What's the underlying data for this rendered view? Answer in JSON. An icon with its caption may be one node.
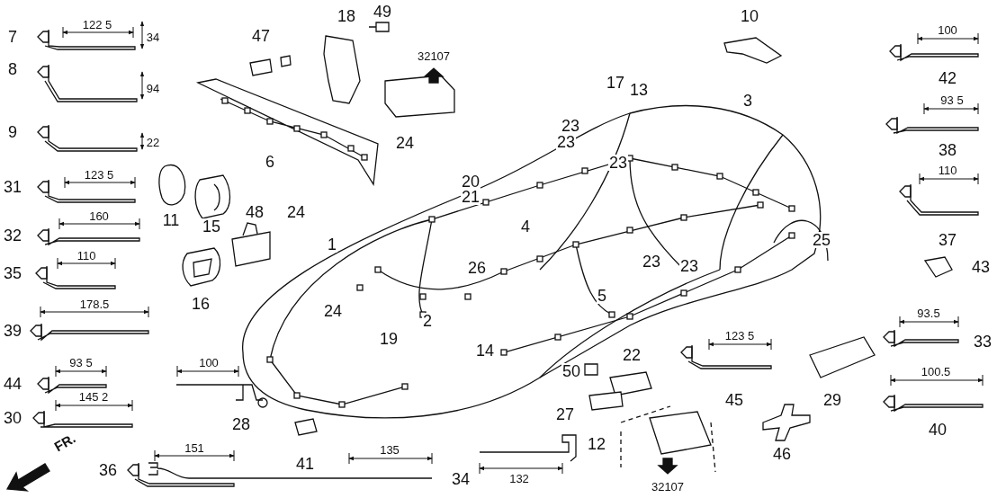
{
  "diagram": {
    "labels": [
      "7",
      "122 5",
      "34",
      "8",
      "94",
      "9",
      "22",
      "31",
      "123 5",
      "32",
      "160",
      "35",
      "110",
      "39",
      "178.5",
      "44",
      "93 5",
      "30",
      "145 2",
      "FR.",
      "36",
      "151",
      "18",
      "49",
      "47",
      "32107",
      "10",
      "100",
      "42",
      "93 5",
      "6",
      "17",
      "13",
      "3",
      "23",
      "24",
      "23",
      "38",
      "23",
      "110",
      "20",
      "21",
      "11",
      "15",
      "48",
      "24",
      "4",
      "1",
      "25",
      "37",
      "26",
      "23",
      "23",
      "43",
      "5",
      "16",
      "24",
      "2",
      "93.5",
      "19",
      "14",
      "123 5",
      "33",
      "100",
      "50",
      "22",
      "100.5",
      "45",
      "29",
      "28",
      "27",
      "40",
      "12",
      "46",
      "41",
      "135",
      "34",
      "132",
      "32107"
    ]
  }
}
